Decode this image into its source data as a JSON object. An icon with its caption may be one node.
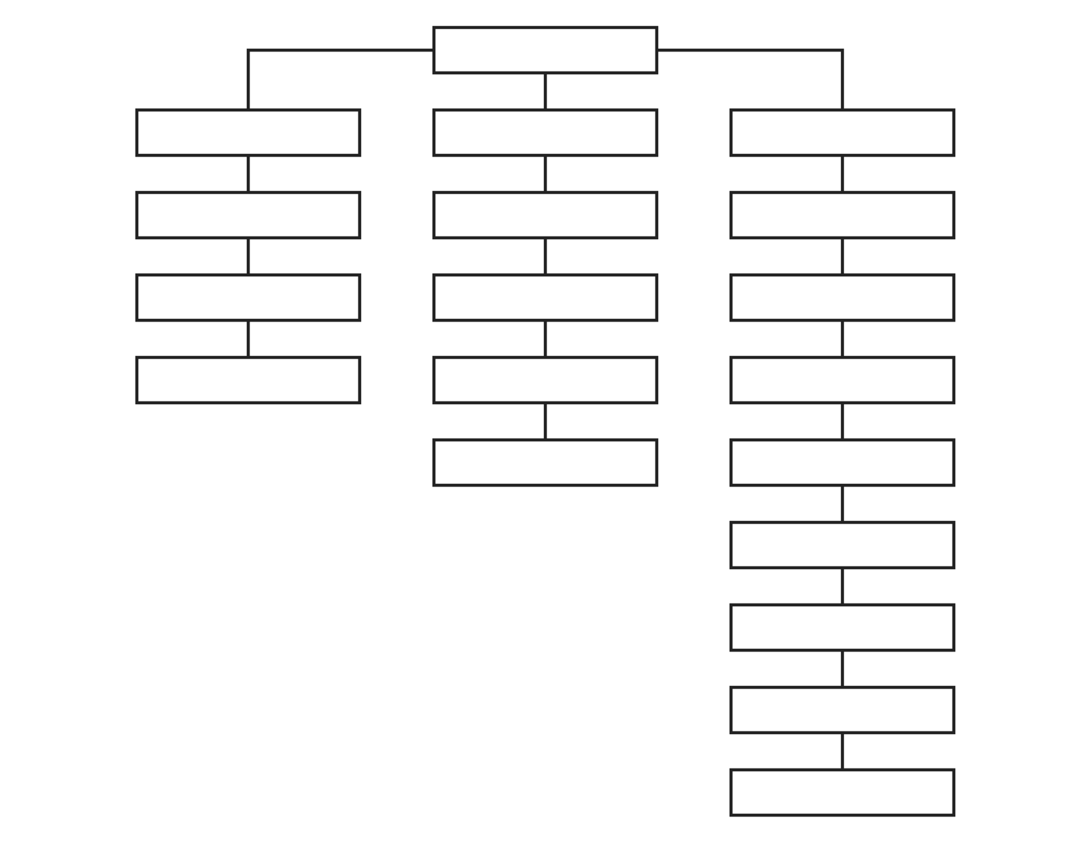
{
  "diagram": {
    "nodes": [
      {
        "text": [],
        "shape": "box"
      },
      {
        "text": [],
        "shape": "box"
      },
      {
        "text": [],
        "shape": "box"
      },
      {
        "text": [],
        "shape": "box"
      },
      {
        "text": [],
        "shape": "box"
      },
      {
        "text": [],
        "shape": "box"
      },
      {
        "text": [],
        "shape": "box"
      },
      {
        "text": [],
        "shape": "box"
      },
      {
        "text": [],
        "shape": "box"
      },
      {
        "text": [],
        "shape": "box"
      },
      {
        "text": [],
        "shape": "box"
      },
      {
        "text": [],
        "shape": "box"
      },
      {
        "text": [],
        "shape": "box"
      },
      {
        "text": [],
        "shape": "box"
      },
      {
        "text": [],
        "shape": "box"
      },
      {
        "text": [],
        "shape": "box"
      },
      {
        "text": [],
        "shape": "box"
      },
      {
        "text": [],
        "shape": "box"
      },
      {
        "text": [],
        "shape": "box"
      }
    ],
    "edges": [
      {
        "from": 0,
        "to": 1,
        "arrow": "none"
      },
      {
        "from": 0,
        "to": 2,
        "arrow": "none"
      },
      {
        "from": 0,
        "to": 3,
        "arrow": "none"
      },
      {
        "from": 1,
        "to": 4,
        "arrow": "none"
      },
      {
        "from": 4,
        "to": 5,
        "arrow": "none"
      },
      {
        "from": 5,
        "to": 6,
        "arrow": "none"
      },
      {
        "from": 2,
        "to": 7,
        "arrow": "none"
      },
      {
        "from": 7,
        "to": 8,
        "arrow": "none"
      },
      {
        "from": 8,
        "to": 9,
        "arrow": "none"
      },
      {
        "from": 9,
        "to": 10,
        "arrow": "none"
      },
      {
        "from": 3,
        "to": 11,
        "arrow": "none"
      },
      {
        "from": 11,
        "to": 12,
        "arrow": "none"
      },
      {
        "from": 12,
        "to": 13,
        "arrow": "none"
      },
      {
        "from": 13,
        "to": 14,
        "arrow": "none"
      },
      {
        "from": 14,
        "to": 15,
        "arrow": "none"
      },
      {
        "from": 15,
        "to": 16,
        "arrow": "none"
      },
      {
        "from": 16,
        "to": 17,
        "arrow": "none"
      },
      {
        "from": 17,
        "to": 18,
        "arrow": "none"
      }
    ]
  }
}
